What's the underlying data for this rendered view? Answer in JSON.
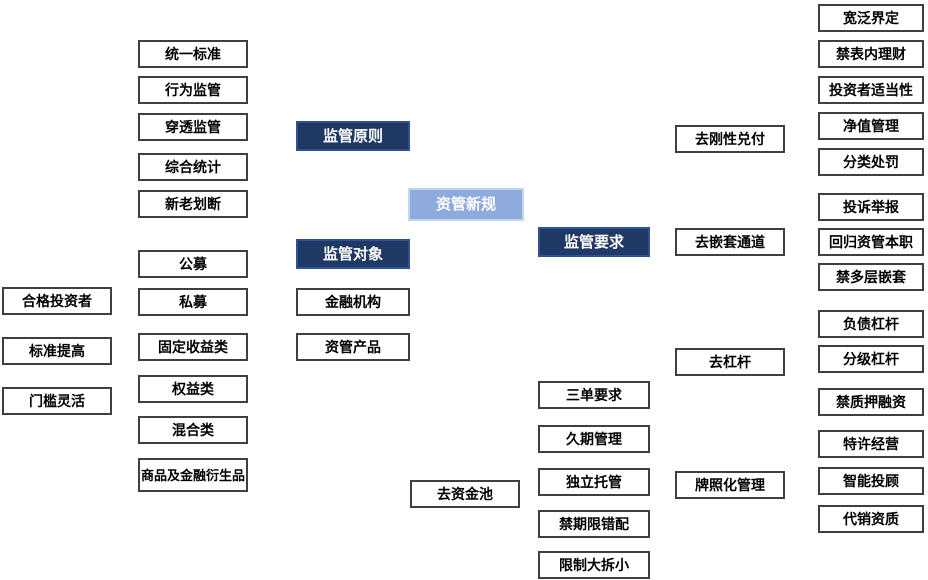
{
  "colors": {
    "root_fill": "#8FAADC",
    "root_border": "#BDD7EE",
    "branch_fill": "#1F3864",
    "branch_border": "#2E5395",
    "leaf_fill": "#FFFFFF",
    "leaf_border": "#3F3F3F",
    "leaf_text": "#000000",
    "hub_text": "#FFFFFF"
  },
  "nodes": {
    "root": "资管新规",
    "branches": {
      "principles": "监管原则",
      "objects": "监管对象",
      "requirements": "监管要求"
    },
    "principle_items": [
      "统一标准",
      "行为监管",
      "穿透监管",
      "综合统计",
      "新老划断"
    ],
    "object_items": [
      "金融机构",
      "资管产品"
    ],
    "product_types": [
      "公募",
      "私募",
      "固定收益类",
      "权益类",
      "混合类",
      "商品及金融衍生品"
    ],
    "investor_items": [
      "合格投资者",
      "标准提高",
      "门槛灵活"
    ],
    "requirement_items": [
      "去刚性兑付",
      "去嵌套通道",
      "去杠杆",
      "牌照化管理"
    ],
    "capital_pool": "去资金池",
    "pool_items": [
      "三单要求",
      "久期管理",
      "独立托管",
      "禁期限错配",
      "限制大拆小"
    ],
    "detail_items_top": [
      "宽泛界定",
      "禁表内理财",
      "投资者适当性",
      "净值管理",
      "分类处罚",
      "投诉举报",
      "回归资管本职",
      "禁多层嵌套"
    ],
    "detail_items_leverage": [
      "负债杠杆",
      "分级杠杆",
      "禁质押融资"
    ],
    "detail_items_license": [
      "特许经营",
      "智能投顾",
      "代销资质"
    ]
  }
}
